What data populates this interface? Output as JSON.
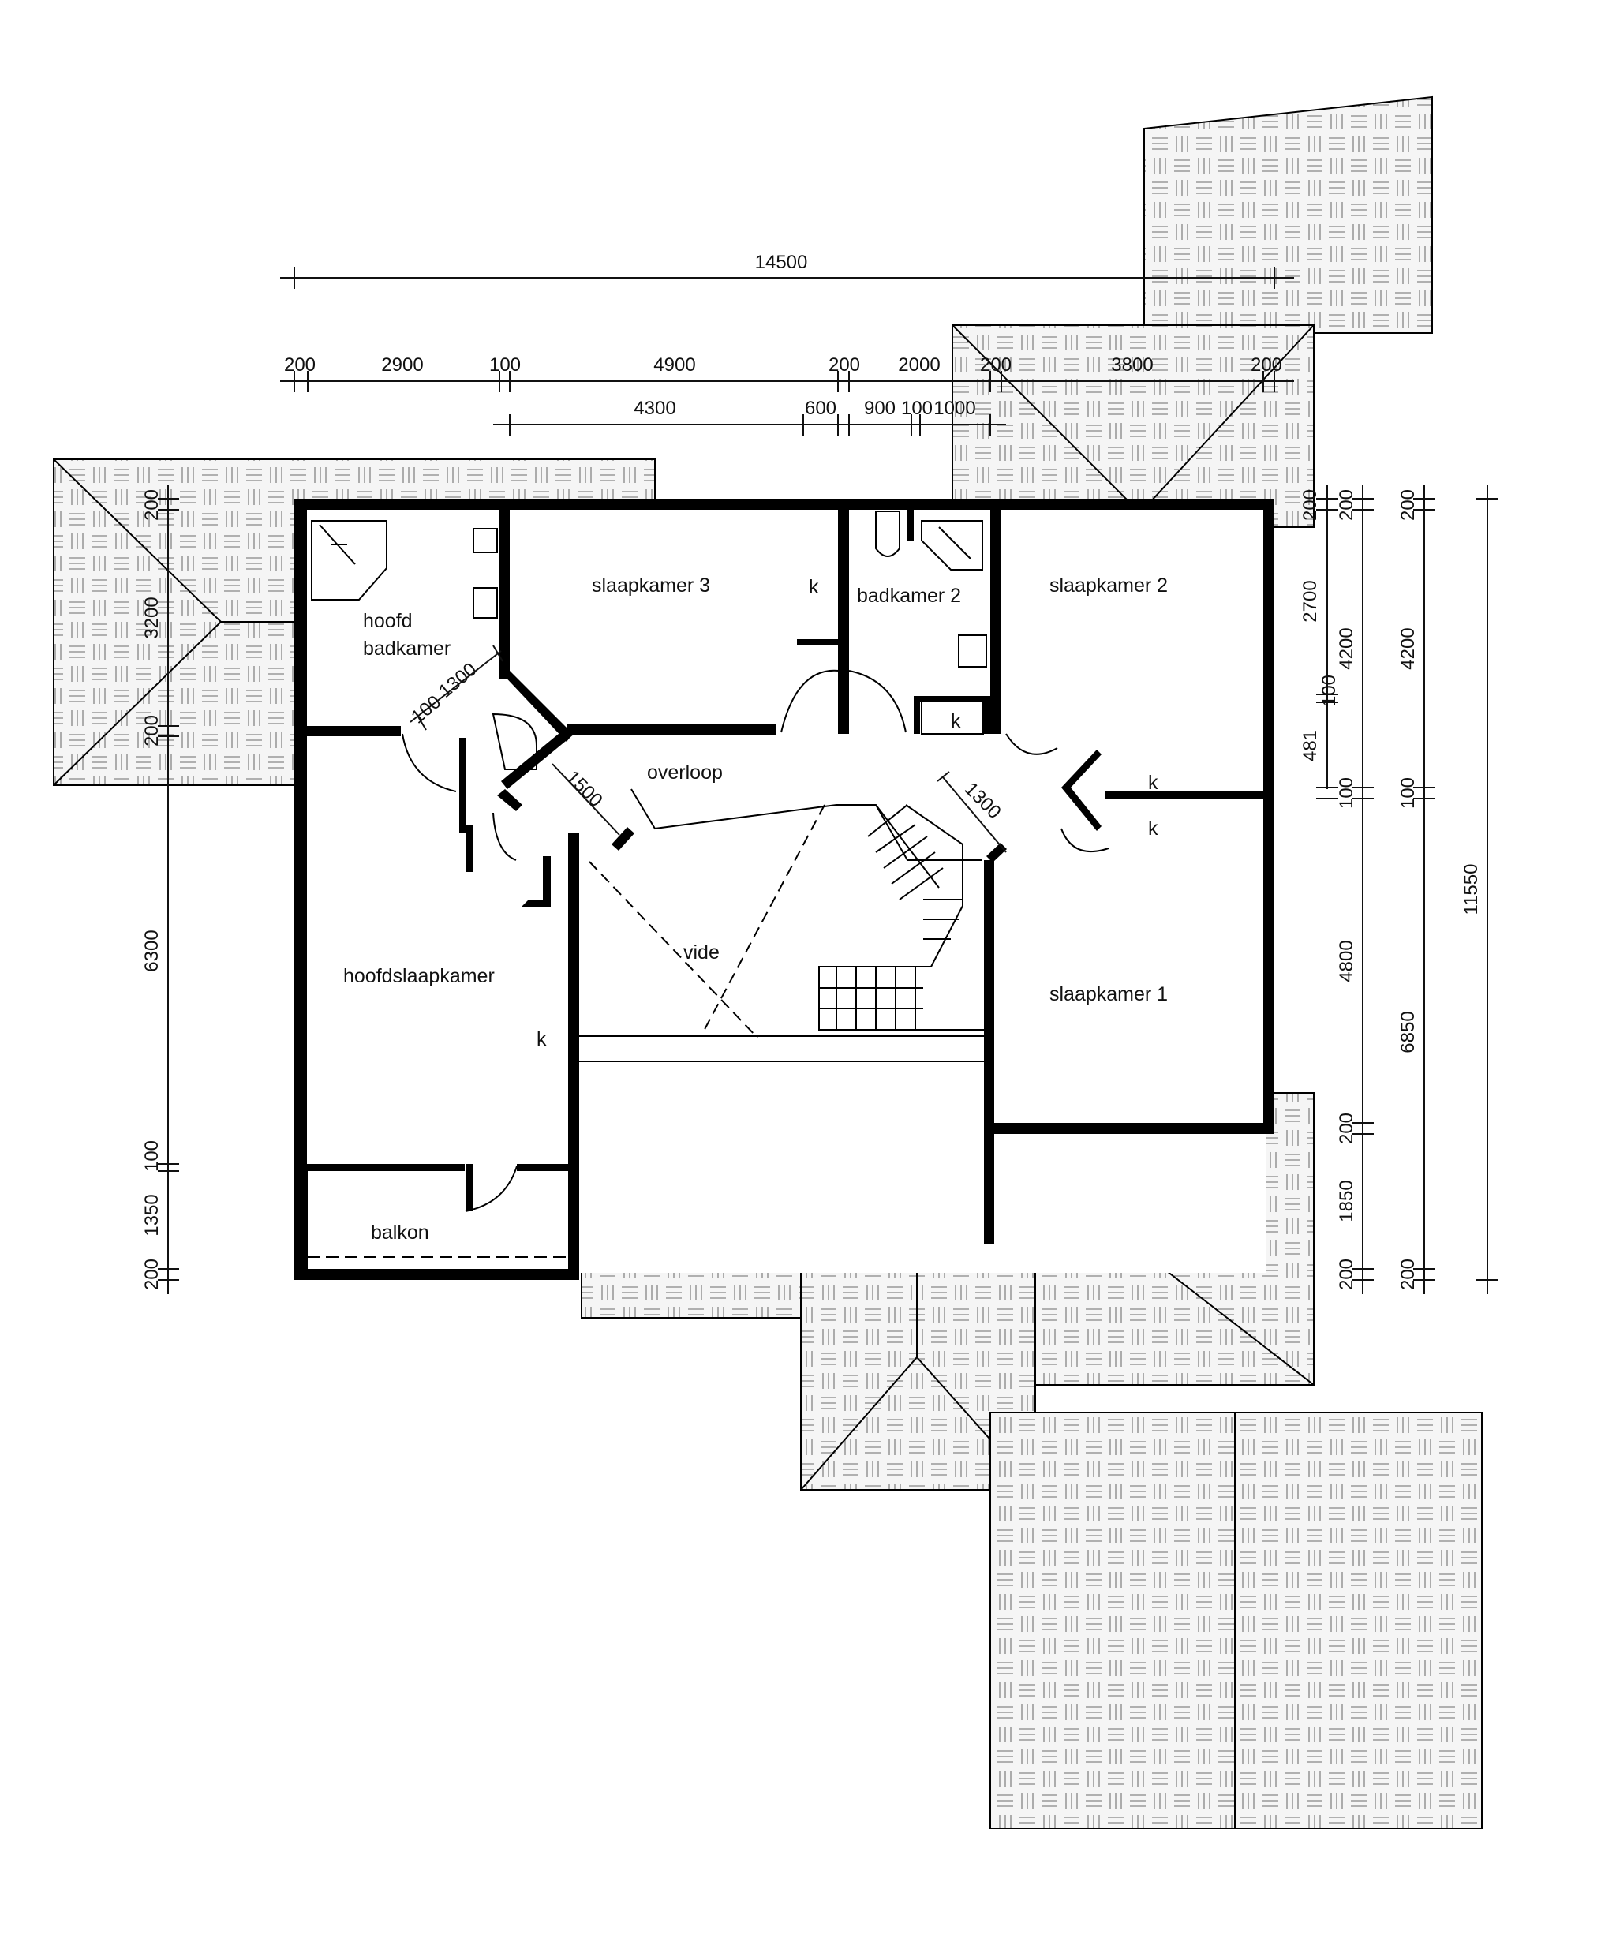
{
  "rooms": {
    "hoofd_badkamer_1": "hoofd",
    "hoofd_badkamer_2": "badkamer",
    "slaapkamer_3": "slaapkamer 3",
    "badkamer_2": "badkamer 2",
    "slaapkamer_2": "slaapkamer 2",
    "overloop": "overloop",
    "vide": "vide",
    "hoofdslaapkamer": "hoofdslaapkamer",
    "slaapkamer_1": "slaapkamer 1",
    "balkon": "balkon",
    "k": "k"
  },
  "dimensions": {
    "top_total": "14500",
    "top_row1": [
      "200",
      "2900",
      "100",
      "4900",
      "200",
      "2000",
      "200",
      "3800",
      "200"
    ],
    "top_row2": [
      "4300",
      "600",
      "900",
      "100",
      "1000"
    ],
    "left": [
      "200",
      "3200",
      "200",
      "6300",
      "100",
      "1350",
      "200"
    ],
    "right_inner": [
      "200",
      "2700",
      "481",
      "100"
    ],
    "right_mid": [
      "200",
      "4200",
      "100",
      "4800",
      "200",
      "1850",
      "200"
    ],
    "right_outer": [
      "200",
      "4200",
      "100",
      "6850",
      "200"
    ],
    "right_total": "11550",
    "diag_left_a": "100",
    "diag_left_b": "1300",
    "diag_mid": "1500",
    "diag_right": "1300"
  }
}
